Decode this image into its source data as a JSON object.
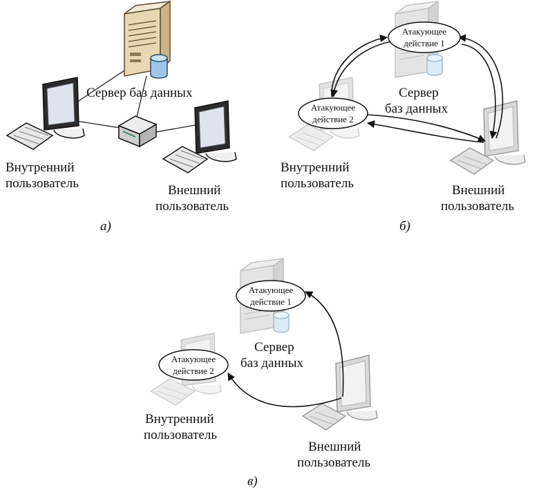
{
  "panel_a": {
    "server_label": "Сервер баз данных",
    "internal_user": [
      "Внутренний",
      "пользователь"
    ],
    "external_user": [
      "Внешний",
      "пользователь"
    ],
    "caption": "а)"
  },
  "panel_b": {
    "server_label": [
      "Сервер",
      "баз данных"
    ],
    "internal_user": [
      "Внутренний",
      "пользователь"
    ],
    "external_user": [
      "Внешний",
      "пользователь"
    ],
    "attack_1": [
      "Атакующее",
      "действие 1"
    ],
    "attack_2": [
      "Атакующее",
      "действие 2"
    ],
    "caption": "б)"
  },
  "panel_c": {
    "server_label": [
      "Сервер",
      "баз данных"
    ],
    "internal_user": [
      "Внутренний",
      "пользователь"
    ],
    "external_user": [
      "Внешний",
      "пользователь"
    ],
    "attack_1": [
      "Атакующее",
      "действие 1"
    ],
    "attack_2": [
      "Атакующее",
      "действие 2"
    ],
    "caption": "в)"
  },
  "colors": {
    "line": "#111111",
    "server_body": "#e6d3b0",
    "server_faded": "#cfcfcf",
    "monitor_frame": "#2b2b2b",
    "monitor_screen": "#cfd8e6",
    "db_cylinder": "#9fc6e8"
  }
}
